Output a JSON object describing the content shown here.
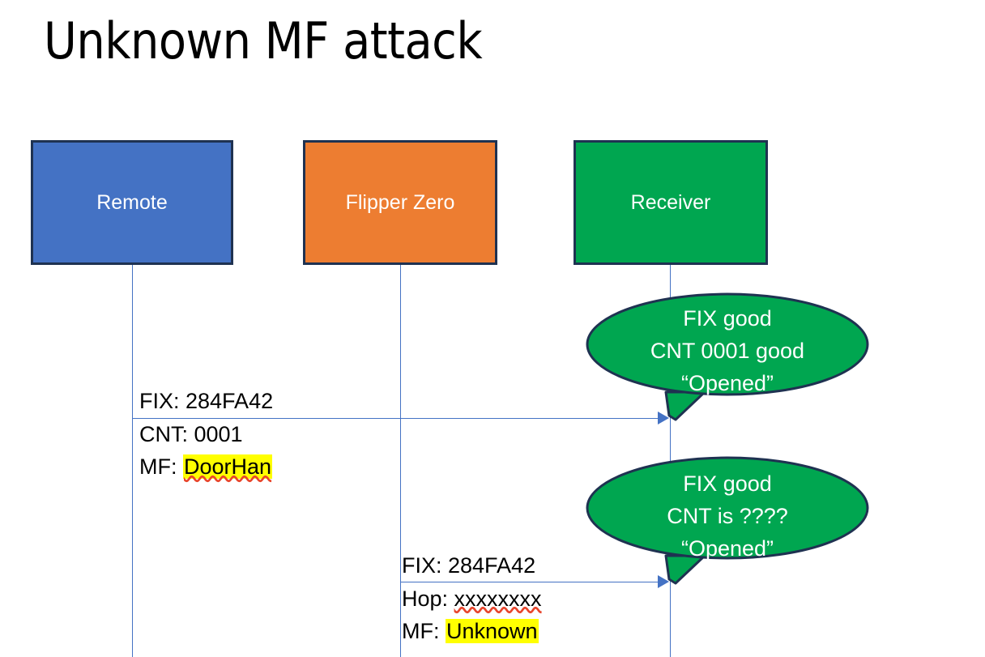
{
  "slide": {
    "title": "Unknown MF attack",
    "background": "#FFFFFF"
  },
  "colors": {
    "remote_fill": "#4472C4",
    "flipper_fill": "#ED7D31",
    "receiver_fill": "#00A650",
    "box_border": "#1F3251",
    "lifeline": "#4472C4",
    "arrow": "#4472C4",
    "callout_fill": "#00A650",
    "callout_border": "#1F3251",
    "highlight": "#FFFF00",
    "spellcheck_underline": "#E8452C",
    "text": "#000000",
    "box_label_text": "#FFFFFF"
  },
  "actors": [
    {
      "name": "remote",
      "label": "Remote"
    },
    {
      "name": "flipper",
      "label": "Flipper Zero"
    },
    {
      "name": "receiver",
      "label": "Receiver"
    }
  ],
  "messages": [
    {
      "id": "msg1",
      "from": "Remote",
      "to": "Receiver",
      "above_label": "FIX: 284FA42",
      "below_line1_prefix": "CNT: 0001",
      "below_line2_prefix": "MF: ",
      "below_line2_value": "DoorHan",
      "below_line2_highlighted": true
    },
    {
      "id": "msg2",
      "from": "Flipper Zero",
      "to": "Receiver",
      "above_label": "FIX: 284FA42",
      "below_line1_prefix": "Hop: ",
      "below_line1_value": "xxxxxxxx",
      "below_line2_prefix": "MF: ",
      "below_line2_value": "Unknown",
      "below_line2_highlighted": true
    }
  ],
  "callouts": [
    {
      "id": "callout1",
      "attached_to": "Receiver",
      "line1": "FIX good",
      "line2": "CNT 0001 good",
      "line3": "“Opened”"
    },
    {
      "id": "callout2",
      "attached_to": "Receiver",
      "line1": "FIX good",
      "line2": "CNT is ????",
      "line3": "“Opened”"
    }
  ]
}
